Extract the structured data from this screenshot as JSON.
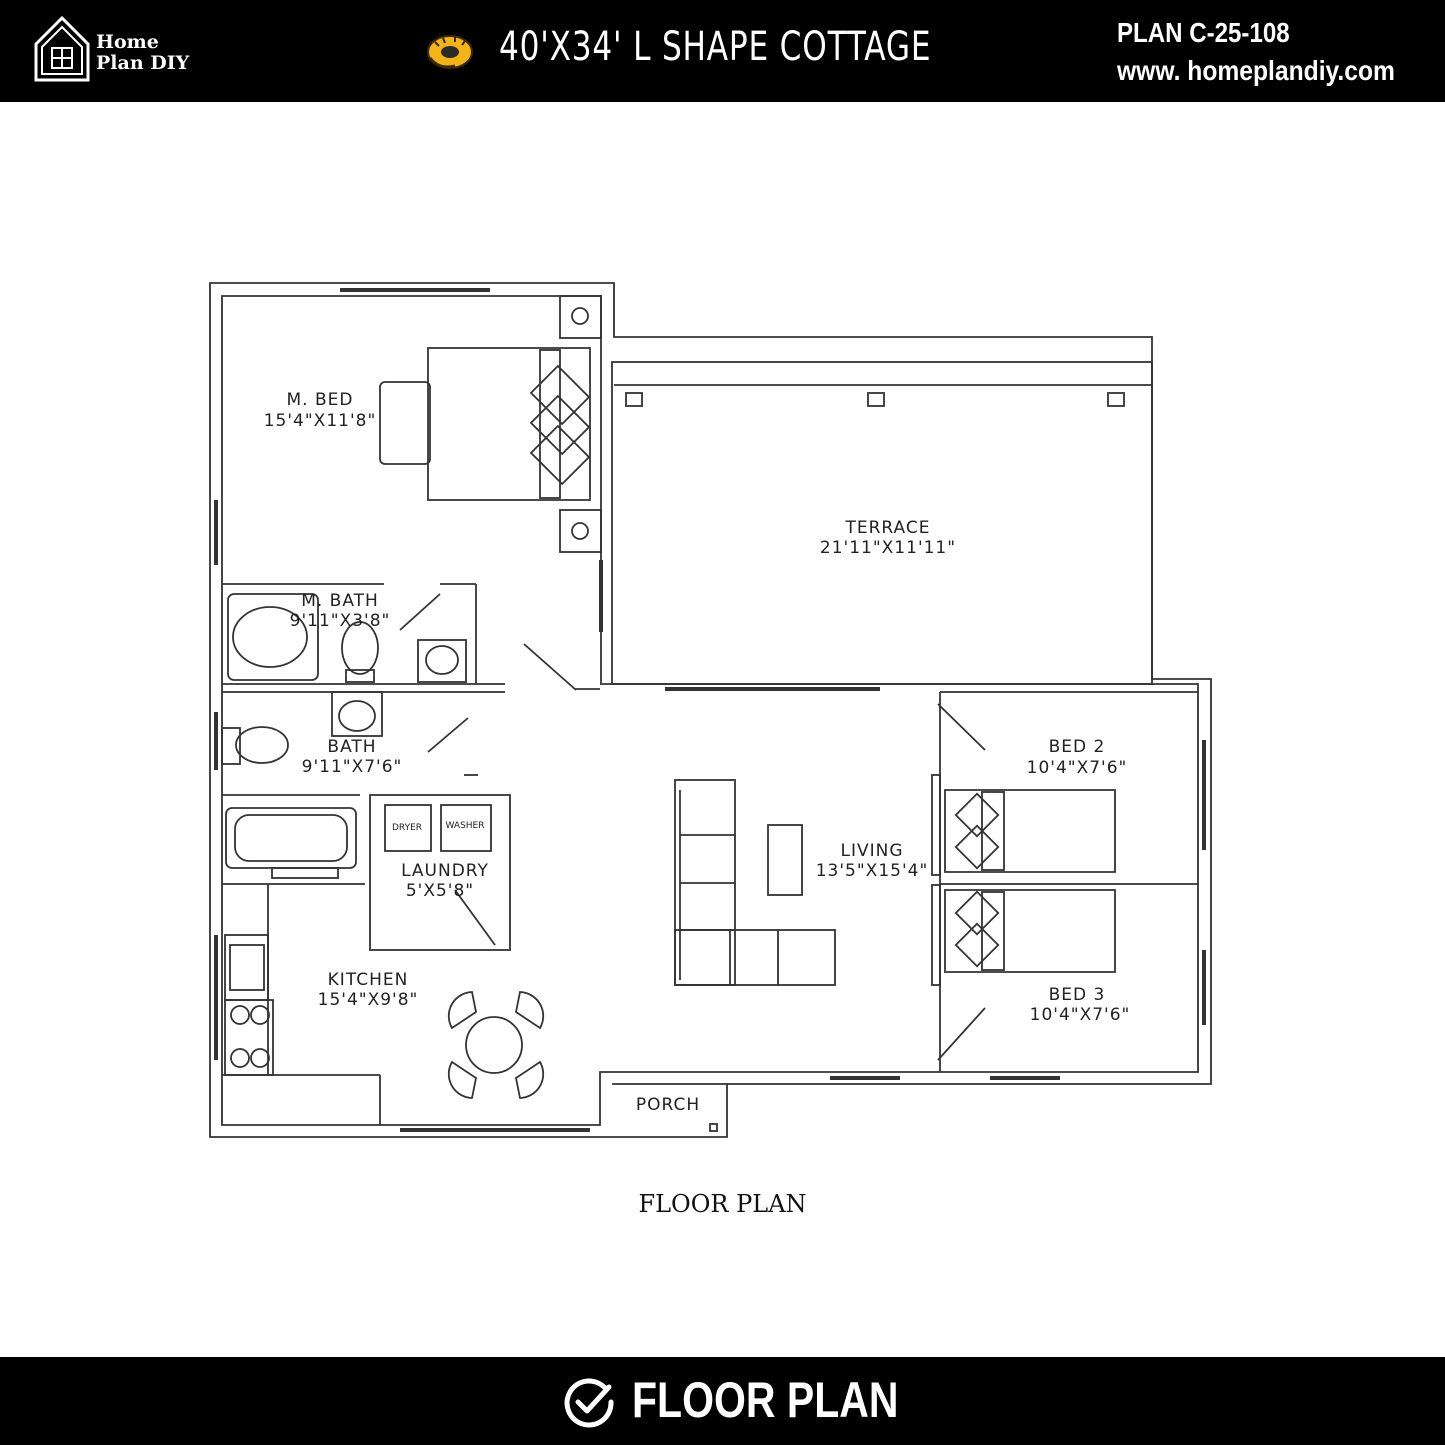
{
  "header": {
    "brand_line1": "Home",
    "brand_line2": "Plan DIY",
    "title": "40'X34' L SHAPE COTTAGE",
    "plan_number": "PLAN C-25-108",
    "website": "www. homeplandiy.com",
    "icons": [
      "house-logo-icon",
      "tape-measure-icon"
    ]
  },
  "rooms": {
    "master_bed": {
      "name": "M. BED",
      "size": "15'4\"X11'8\""
    },
    "master_bath": {
      "name": "M. BATH",
      "size": "9'11\"X3'8\""
    },
    "bath": {
      "name": "BATH",
      "size": "9'11\"X7'6\""
    },
    "laundry": {
      "name": "LAUNDRY",
      "size": "5'X5'8\""
    },
    "kitchen": {
      "name": "KITCHEN",
      "size": "15'4\"X9'8\""
    },
    "terrace": {
      "name": "TERRACE",
      "size": "21'11\"X11'11\""
    },
    "living": {
      "name": "LIVING",
      "size": "13'5\"X15'4\""
    },
    "bed2": {
      "name": "BED 2",
      "size": "10'4\"X7'6\""
    },
    "bed3": {
      "name": "BED 3",
      "size": "10'4\"X7'6\""
    },
    "porch": {
      "name": "PORCH"
    }
  },
  "appliances": {
    "dryer": "DRYER",
    "washer": "WASHER"
  },
  "caption": "FLOOR PLAN",
  "footer": {
    "label": "FLOOR PLAN",
    "icon": "check-circle-icon"
  },
  "colors": {
    "bar": "#000000",
    "text_on_bar": "#ffffff",
    "tape_yellow": "#f2b417",
    "line": "#333333"
  }
}
